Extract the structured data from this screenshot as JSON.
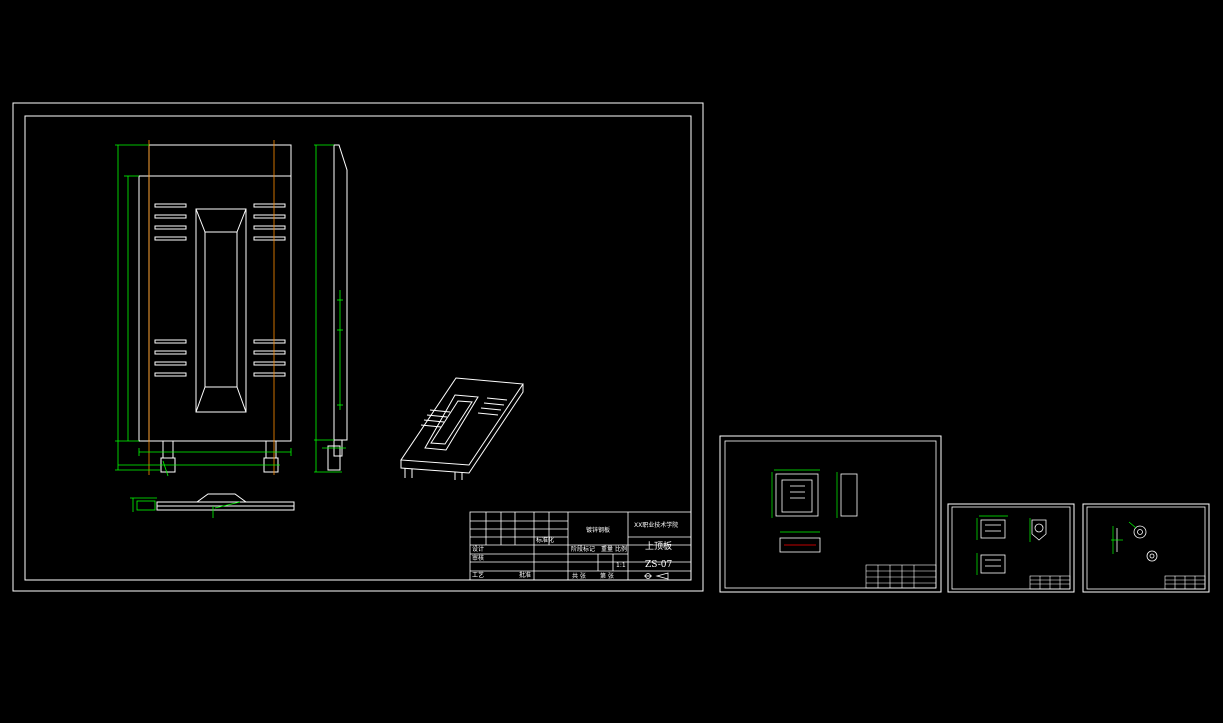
{
  "viewport": {
    "background": "#000000"
  },
  "colors": {
    "border": "#ffffff",
    "geometry": "#ffffff",
    "dimension": "#00ff00",
    "centerline": "#ff8c00",
    "annotation": "#ff0000"
  },
  "sheet_main": {
    "title_block": {
      "part_name": "上顶板",
      "drawing_no": "ZS-07",
      "scale": "1:1",
      "material": "镀锌钢板",
      "company": "XX职业技术学院",
      "labels": {
        "designer": "设计",
        "checker": "审核",
        "craft": "工艺",
        "approve": "批准",
        "standardize": "标准化",
        "stage_mark": "阶段标记",
        "weight": "重量",
        "ratio": "比例",
        "sheet_total": "共 张",
        "sheet_index": "第 张"
      }
    }
  },
  "sheet_small_1": {
    "label": ""
  },
  "sheet_small_2": {
    "label": ""
  },
  "sheet_small_3": {
    "label": ""
  }
}
